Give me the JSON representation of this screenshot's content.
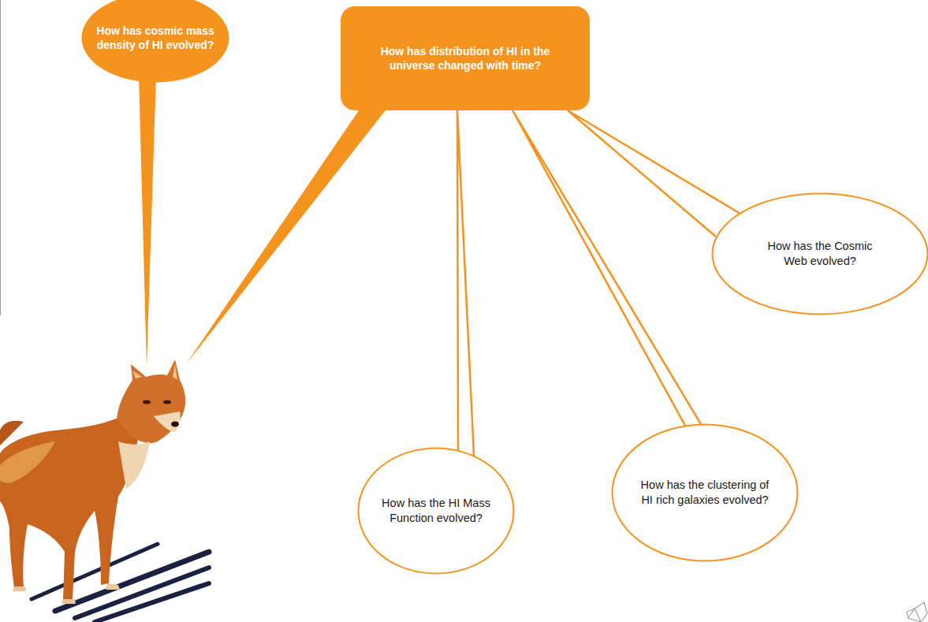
{
  "diagram": {
    "nodes": [
      {
        "text": [
          "How has cosmic mass density of HI evolved?"
        ]
      },
      {
        "text": [
          "How has distribution of HI in the universe changed with time?"
        ]
      },
      {
        "text": [
          "How has the Cosmic Web evolved?"
        ]
      },
      {
        "text": [
          "How has the clustering of HI rich galaxies evolved?"
        ]
      },
      {
        "text": [
          "How has the HI Mass Function evolved?"
        ]
      }
    ],
    "edges": [
      {
        "from": 1,
        "to": 2,
        "arrow": "none"
      },
      {
        "from": 1,
        "to": 3,
        "arrow": "none"
      },
      {
        "from": 1,
        "to": 4,
        "arrow": "none"
      }
    ]
  }
}
